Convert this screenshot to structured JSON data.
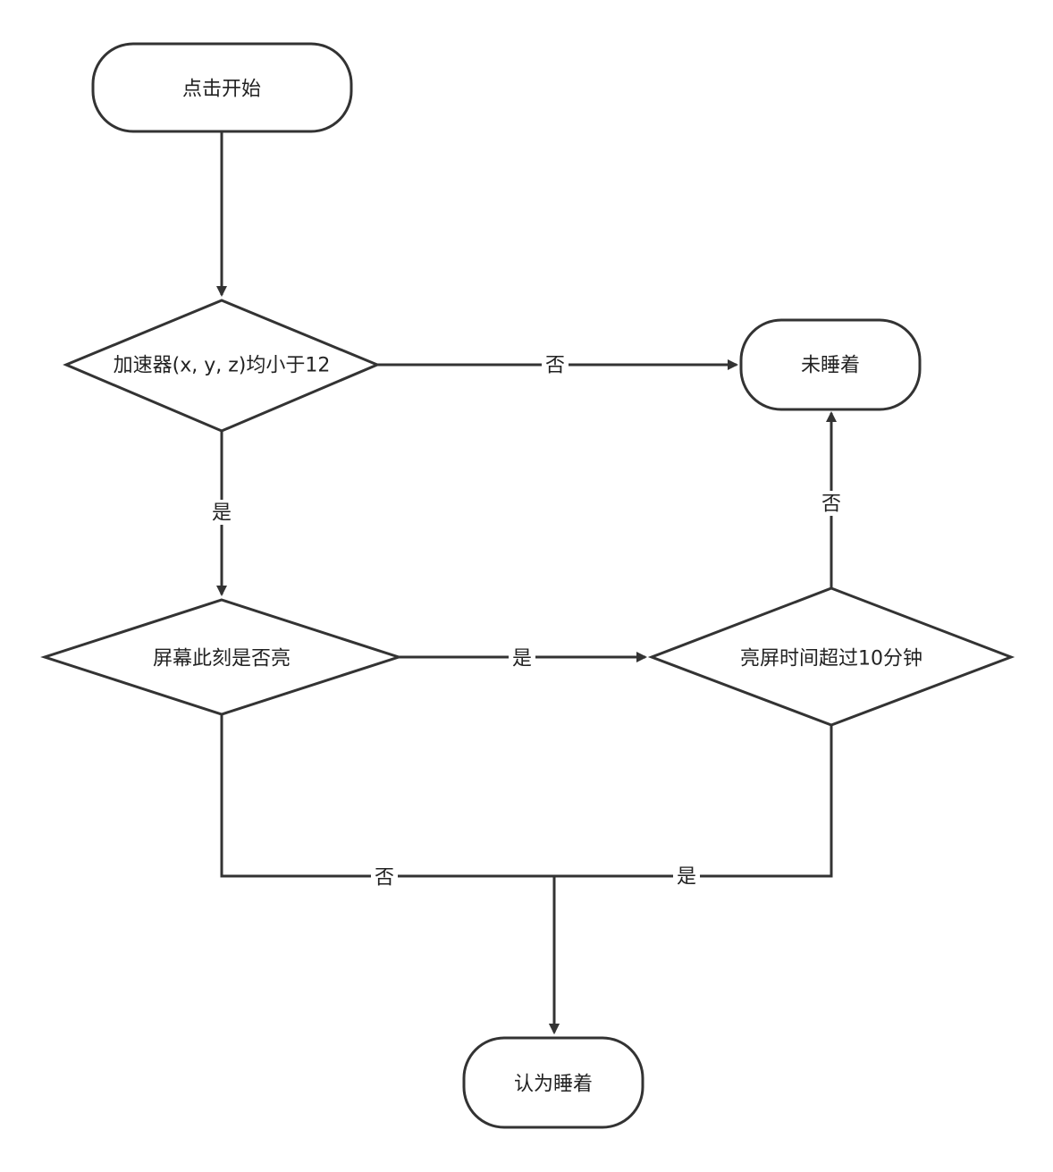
{
  "nodes": {
    "start": {
      "label": "点击开始",
      "shape": "terminator"
    },
    "decision_accel": {
      "label": "加速器(x, y, z)均小于12",
      "shape": "decision"
    },
    "not_asleep": {
      "label": "未睡着",
      "shape": "terminator"
    },
    "decision_screen": {
      "label": "屏幕此刻是否亮",
      "shape": "decision"
    },
    "decision_time": {
      "label": "亮屏时间超过10分钟",
      "shape": "decision"
    },
    "asleep": {
      "label": "认为睡着",
      "shape": "terminator"
    }
  },
  "edges": {
    "start_to_accel": {
      "from": "start",
      "to": "decision_accel",
      "label": ""
    },
    "accel_no": {
      "from": "decision_accel",
      "to": "not_asleep",
      "label": "否"
    },
    "accel_yes": {
      "from": "decision_accel",
      "to": "decision_screen",
      "label": "是"
    },
    "screen_yes": {
      "from": "decision_screen",
      "to": "decision_time",
      "label": "是"
    },
    "screen_no": {
      "from": "decision_screen",
      "to": "asleep",
      "label": "否"
    },
    "time_no": {
      "from": "decision_time",
      "to": "not_asleep",
      "label": "否"
    },
    "time_yes": {
      "from": "decision_time",
      "to": "asleep",
      "label": "是"
    }
  },
  "colors": {
    "stroke": "#333333",
    "text": "#222222",
    "background": "#ffffff"
  }
}
